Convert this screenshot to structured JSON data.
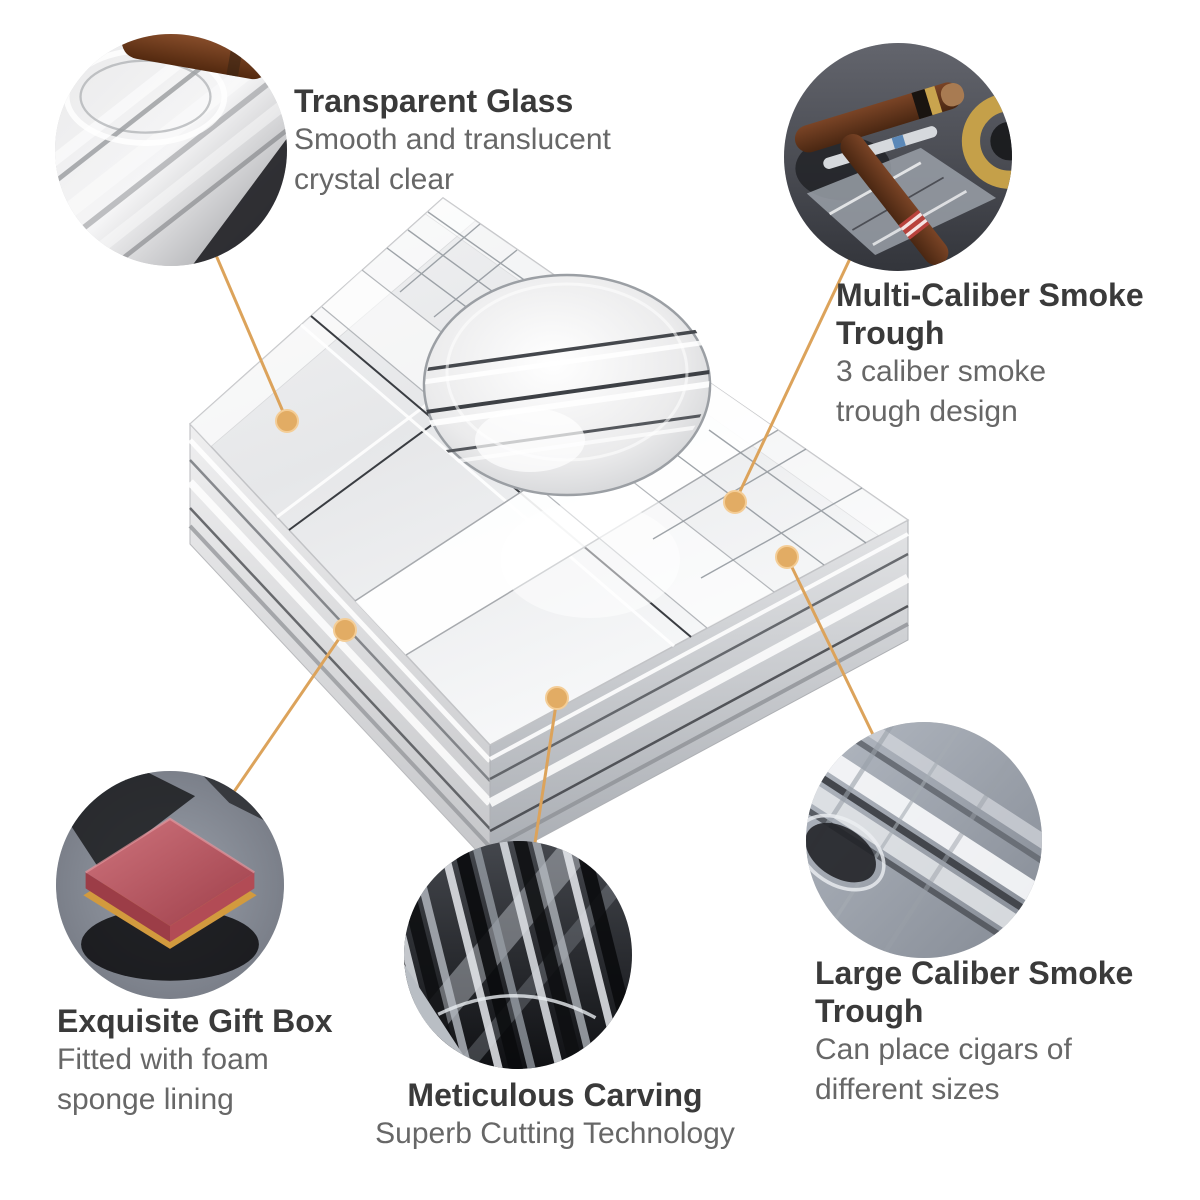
{
  "colors": {
    "accent_dot": "#E2AC64",
    "connector_line": "#DCA35B",
    "heading_text": "#3A3A3A",
    "body_text": "#676767",
    "gift_box_red": "#B24B55",
    "gift_box_gold": "#D29A3E",
    "cigar_brown": "#6F3D22",
    "glass_gray": "#C9CBCE"
  },
  "features": {
    "transparent_glass": {
      "title": "Transparent Glass",
      "title_lines": [
        "Transparent Glass"
      ],
      "desc": [
        "Smooth and translucent",
        "crystal clear"
      ]
    },
    "multi_caliber_trough": {
      "title": "Multi-Caliber Smoke Trough",
      "title_lines": [
        "Multi-Caliber Smoke",
        "Trough"
      ],
      "desc": [
        "3 caliber smoke",
        "trough design"
      ]
    },
    "exquisite_gift_box": {
      "title": "Exquisite Gift Box",
      "title_lines": [
        "Exquisite Gift Box"
      ],
      "desc": [
        "Fitted with foam",
        "sponge lining"
      ]
    },
    "meticulous_carving": {
      "title": "Meticulous Carving",
      "title_lines": [
        "Meticulous Carving"
      ],
      "desc": [
        "Superb Cutting Technology"
      ]
    },
    "large_caliber_trough": {
      "title": "Large Caliber Smoke Trough",
      "title_lines": [
        "Large Caliber Smoke",
        "Trough"
      ],
      "desc": [
        "Can place cigars of",
        "different sizes"
      ]
    }
  }
}
